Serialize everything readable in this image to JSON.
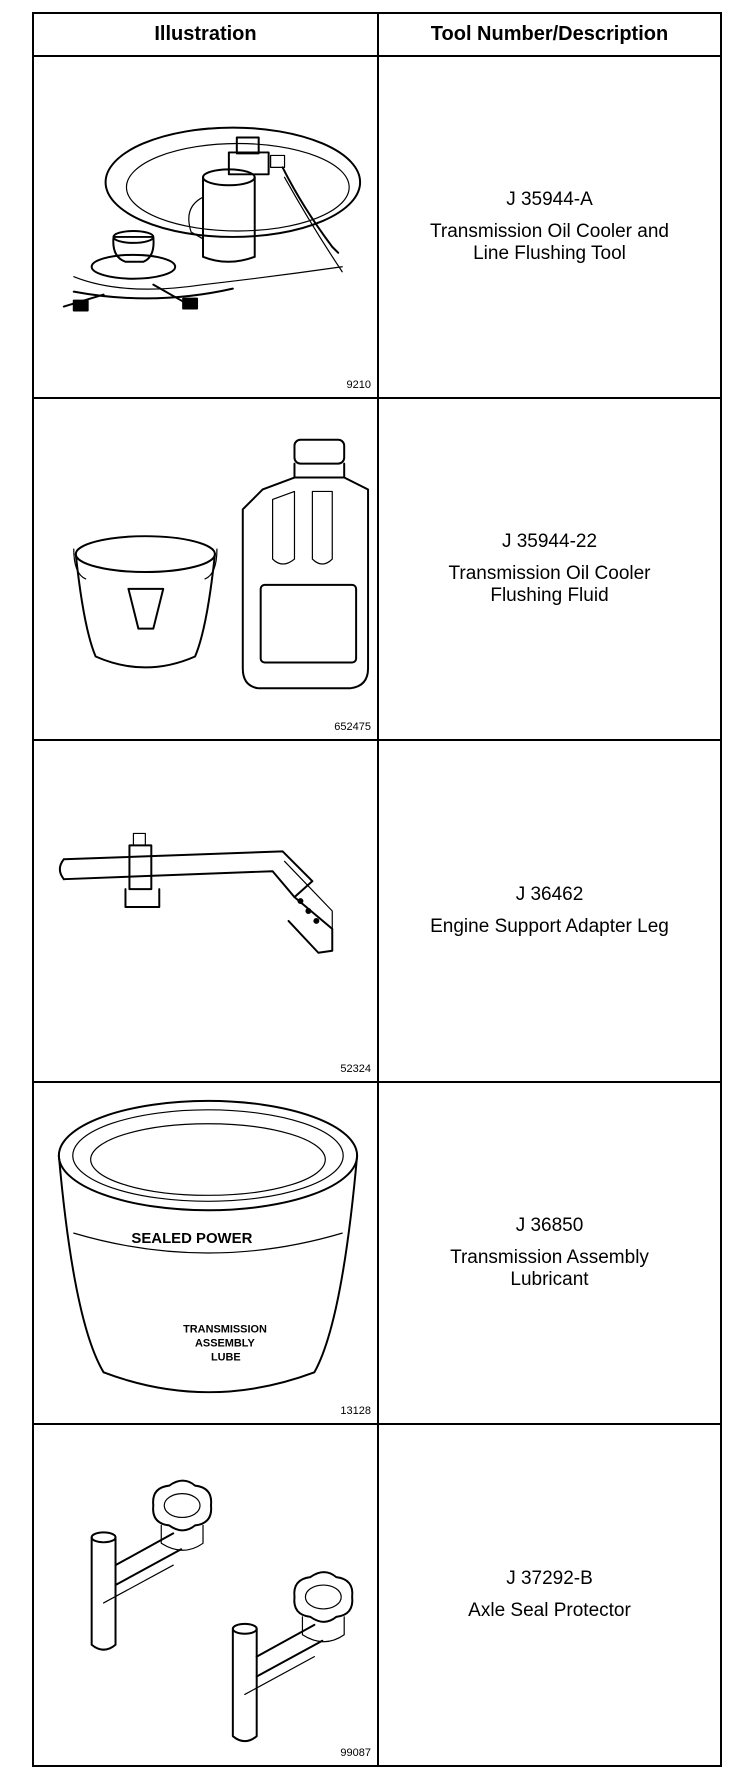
{
  "table": {
    "headers": [
      "Illustration",
      "Tool Number/Description"
    ],
    "rows": [
      {
        "figure": "9210",
        "number": "J 35944-A",
        "description": "Transmission Oil Cooler and\nLine Flushing Tool",
        "icon": "flushing-tool-icon"
      },
      {
        "figure": "652475",
        "number": "J 35944-22",
        "description": "Transmission Oil Cooler\nFlushing Fluid",
        "icon": "flushing-fluid-icon"
      },
      {
        "figure": "52324",
        "number": "J 36462",
        "description": "Engine Support Adapter Leg",
        "icon": "adapter-leg-icon"
      },
      {
        "figure": "13128",
        "number": "J 36850",
        "description": "Transmission Assembly\nLubricant",
        "icon": "lubricant-tub-icon",
        "label_text": [
          "SEALED POWER",
          "TRANSMISSION",
          "ASSEMBLY",
          "LUBE"
        ]
      },
      {
        "figure": "99087",
        "number": "J 37292-B",
        "description": "Axle Seal Protector",
        "icon": "axle-seal-protector-icon"
      }
    ]
  }
}
